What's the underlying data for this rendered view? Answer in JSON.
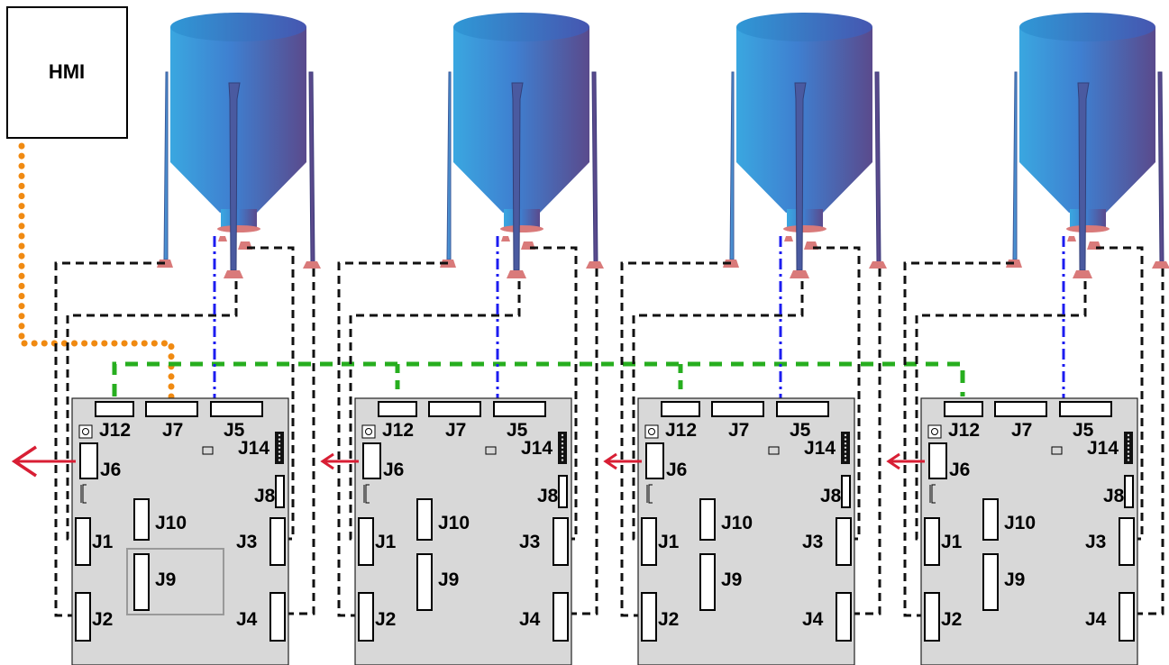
{
  "hmi": {
    "label": "HMI"
  },
  "connector_labels": {
    "j12": "J12",
    "j7": "J7",
    "j5": "J5",
    "j14": "J14",
    "j6": "J6",
    "j8": "J8",
    "j1": "J1",
    "j10": "J10",
    "j3": "J3",
    "j9": "J9",
    "j2": "J2",
    "j4": "J4"
  },
  "colors": {
    "hmi_link": "#f08a12",
    "daisy_chain": "#27ae1f",
    "signal": "#1c1cf0",
    "wiring": "#111111",
    "output_arrow": "#d81e34",
    "board_fill": "#d8d8d8",
    "silo_light": "#3aa7e0",
    "silo_dark": "#5a4a8c",
    "foot": "#d97a7a"
  },
  "icons": [
    "silo-icon",
    "arrow-left-icon"
  ],
  "units": [
    {
      "id": "unit-1",
      "has_j9_highlight": true
    },
    {
      "id": "unit-2",
      "has_j9_highlight": false
    },
    {
      "id": "unit-3",
      "has_j9_highlight": false
    },
    {
      "id": "unit-4",
      "has_j9_highlight": false
    }
  ]
}
